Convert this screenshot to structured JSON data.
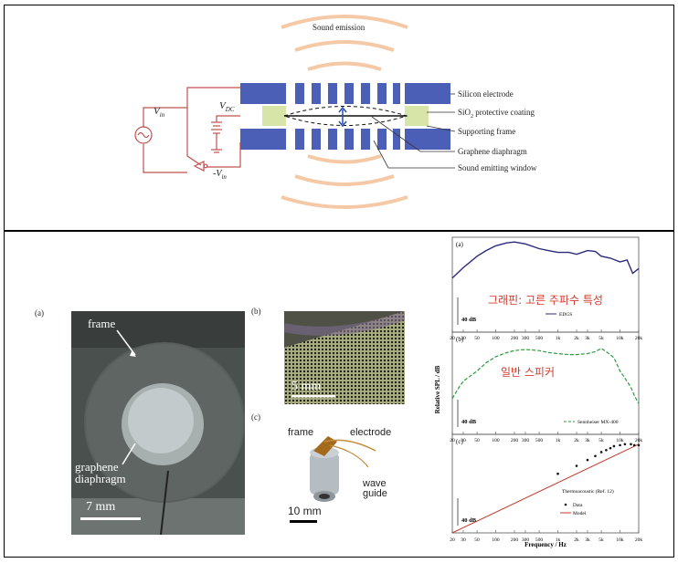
{
  "schematic": {
    "title": "Sound emission",
    "v_in": "V",
    "v_in_sub": "in",
    "v_dc": "V",
    "v_dc_sub": "DC",
    "neg_v_in": "-V",
    "neg_v_in_sub": "in",
    "labels": {
      "silicon_electrode": "Silicon electrode",
      "sio2": "SiO",
      "sio2_sub": "2",
      "sio2_rest": " protective coating",
      "supporting_frame": "Supporting frame",
      "graphene_diaphragm": "Graphene diaphragm",
      "sound_window": "Sound emitting window"
    },
    "colors": {
      "electrode": "#4a5fb5",
      "frame": "#d7e6a8",
      "arc": "#f6c9a6",
      "wire": "#c0504d"
    }
  },
  "photos": {
    "a_label": "(a)",
    "b_label": "(b)",
    "c_label": "(c)",
    "a_frame": "frame",
    "a_graphene_1": "graphene",
    "a_graphene_2": "diaphragm",
    "a_scale": "7 mm",
    "b_scale": "5 mm",
    "c_frame": "frame",
    "c_electrode": "electrode",
    "c_wave_1": "wave",
    "c_wave_2": "guide",
    "c_scale": "10 mm"
  },
  "chart_data": {
    "type": "line",
    "ylabel": "Relative SPL / dB",
    "xlabel": "Frequency / Hz",
    "x_ticks": [
      "20",
      "30",
      "50",
      "100",
      "200",
      "300",
      "500",
      "1k",
      "2k",
      "3k",
      "5k",
      "10k",
      "20k"
    ],
    "x_tick_values": [
      20,
      30,
      50,
      100,
      200,
      300,
      500,
      1000,
      2000,
      3000,
      5000,
      10000,
      20000
    ],
    "xlim": [
      20,
      20000
    ],
    "x_scale": "log",
    "scale_bar": "40 dB",
    "panels": [
      {
        "label": "(a)",
        "legend": "EDGS",
        "color": "#2b2a7a",
        "style": "solid",
        "x": [
          20,
          30,
          50,
          70,
          100,
          150,
          200,
          300,
          500,
          700,
          1000,
          1500,
          2000,
          3000,
          4000,
          5000,
          7000,
          10000,
          13000,
          16000,
          20000
        ],
        "y": [
          57,
          68,
          80,
          86,
          91,
          94,
          95,
          93,
          88,
          86,
          84,
          84,
          82,
          86,
          85,
          80,
          78,
          74,
          76,
          62,
          67
        ],
        "note": "그래핀: 고른 주파수 특성"
      },
      {
        "label": "(b)",
        "legend": "Sennheiser MX-400",
        "color": "#2a9a3a",
        "style": "dashed",
        "x": [
          20,
          25,
          30,
          50,
          70,
          100,
          150,
          200,
          300,
          500,
          700,
          1000,
          1500,
          2000,
          3000,
          4000,
          5000,
          6000,
          8000,
          10000,
          12000,
          15000,
          17000,
          20000
        ],
        "y": [
          35,
          45,
          52,
          62,
          70,
          76,
          80,
          82,
          83,
          82,
          80,
          79,
          78,
          78,
          79,
          81,
          84,
          81,
          75,
          62,
          55,
          46,
          38,
          30
        ],
        "note": "일반 스피커"
      },
      {
        "label": "(c)",
        "legend_data": "Data",
        "legend_model": "Model",
        "legend_extra": "Thermoacoustic (Ref. 12)",
        "model_color": "#c0392b",
        "model_x": [
          20,
          20000
        ],
        "model_y": [
          0,
          90
        ],
        "data_x": [
          1000,
          2000,
          3000,
          4000,
          5000,
          6000,
          7000,
          8000,
          10000,
          12000,
          15000,
          17000,
          20000
        ],
        "data_y": [
          60,
          68,
          74,
          78,
          82,
          84,
          86,
          88,
          89,
          90,
          90,
          89,
          89
        ]
      }
    ]
  }
}
